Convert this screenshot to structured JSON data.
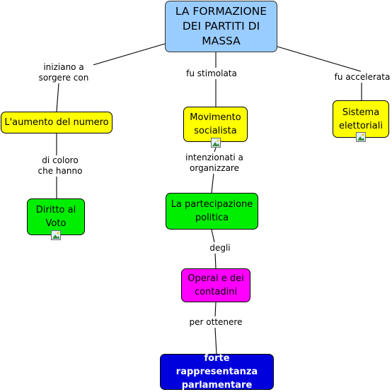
{
  "root": {
    "label": "LA FORMAZIONE\nDEI PARTITI DI\nMASSA"
  },
  "nodes": {
    "aumento": "L'aumento del numero",
    "movimento": "Movimento\nsocialista",
    "sistema": "Sistema\nelettoriali",
    "diritto": "Diritto al\nVoto",
    "partecipazione": "La partecipazione\npolitica",
    "operai": "Operai e dei\ncontadini",
    "rappresentanza": "forte rappresentanza\nparlamentare"
  },
  "links": {
    "iniziano": "iniziano a\nsorgere  con",
    "stimolata": "fu stimolata",
    "accelerata": "fu accelerata",
    "coloro": "di coloro\nche hanno",
    "intenzionati": "intenzionati a\norganizzare",
    "degli": "degli",
    "ottenere": "per ottenere"
  },
  "icons": [
    "image-icon",
    "image-icon",
    "image-icon"
  ],
  "colors": {
    "root": "#99ccff",
    "yellow": "#ffff00",
    "green": "#00ee00",
    "magenta": "#ff00ff",
    "blue": "#0000dd"
  }
}
